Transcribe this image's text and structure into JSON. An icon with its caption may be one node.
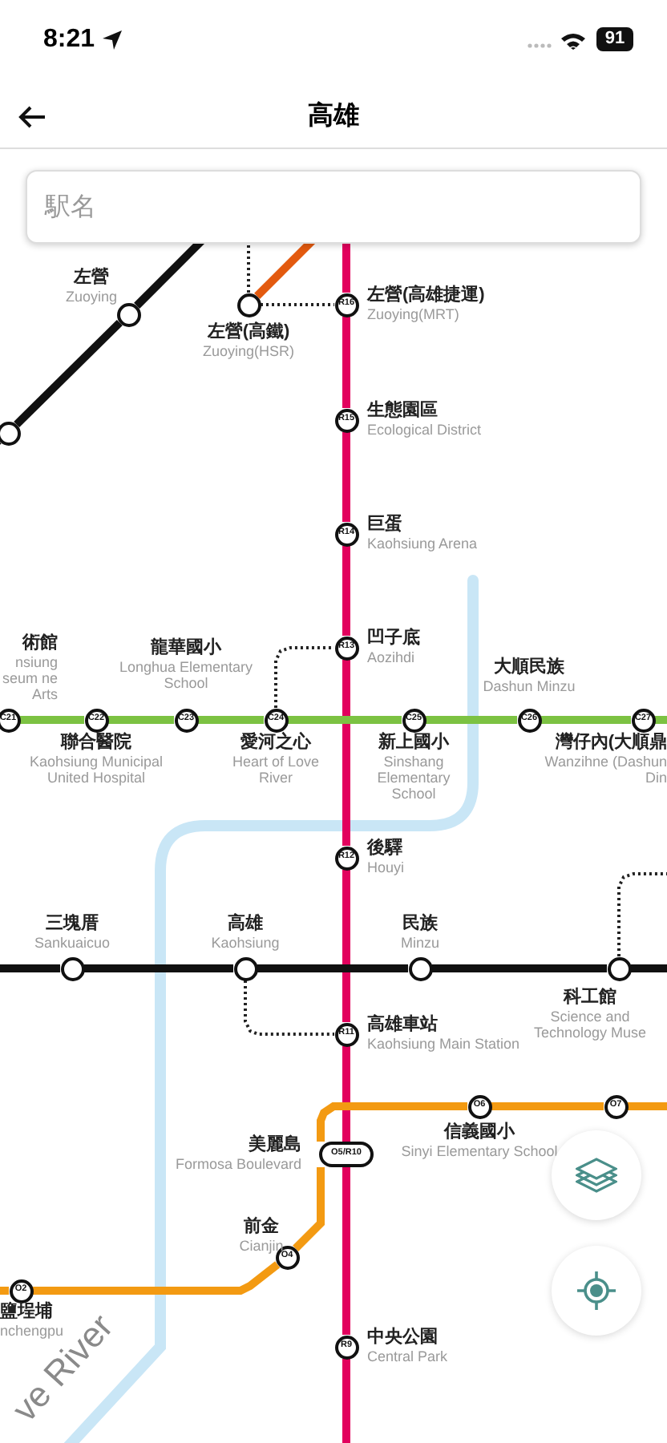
{
  "diagram": {
    "title": "高雄",
    "nodes": [
      {
        "text": [],
        "shape": "circle",
        "beside": [
          "左營",
          "Zuoying"
        ]
      },
      {
        "text": [],
        "shape": "circle",
        "beside": [
          "左營(高鐵)",
          "Zuoying(HSR)"
        ]
      },
      {
        "text": [
          "R16"
        ],
        "beside": [
          "左營(高雄捷運)",
          "Zuoying(MRT)"
        ]
      },
      {
        "text": [],
        "shape": "circle"
      },
      {
        "text": [
          "R15"
        ],
        "beside": [
          "生態園區",
          "Ecological District"
        ]
      },
      {
        "text": [
          "R14"
        ],
        "beside": [
          "巨蛋",
          "Kaohsiung Arena"
        ]
      },
      {
        "text": [
          "R13"
        ],
        "beside": [
          "凹子底",
          "Aozihdi"
        ]
      },
      {
        "text": [
          "C21"
        ],
        "beside": [
          "術館",
          "nsiung seum ne Arts"
        ]
      },
      {
        "text": [
          "C22"
        ],
        "beside": [
          "聯合醫院",
          "Kaohsiung Municipal United Hospital"
        ]
      },
      {
        "text": [
          "C23"
        ],
        "beside": [
          "龍華國小",
          "Longhua Elementary School"
        ]
      },
      {
        "text": [
          "C24"
        ],
        "beside": [
          "愛河之心",
          "Heart of Love River"
        ]
      },
      {
        "text": [
          "C25"
        ],
        "beside": [
          "新上國小",
          "Sinshang Elementary School"
        ]
      },
      {
        "text": [
          "C26"
        ],
        "beside": [
          "大順民族",
          "Dashun Minzu"
        ]
      },
      {
        "text": [
          "C27"
        ],
        "beside": [
          "灣仔內(大順鼎",
          "Wanzihne (Dashun Din"
        ]
      },
      {
        "text": [
          "R12"
        ],
        "beside": [
          "後驛",
          "Houyi"
        ]
      },
      {
        "text": [],
        "shape": "circle",
        "beside": [
          "三塊厝",
          "Sankuaicuo"
        ]
      },
      {
        "text": [],
        "shape": "circle",
        "beside": [
          "高雄",
          "Kaohsiung"
        ]
      },
      {
        "text": [],
        "shape": "circle",
        "beside": [
          "民族",
          "Minzu"
        ]
      },
      {
        "text": [],
        "shape": "circle",
        "beside": [
          "科工館",
          "Science and Technology Muse"
        ]
      },
      {
        "text": [
          "R11"
        ],
        "beside": [
          "高雄車站",
          "Kaohsiung Main Station"
        ]
      },
      {
        "text": [
          "O6"
        ],
        "beside": [
          "信義國小",
          "Sinyi Elementary School"
        ]
      },
      {
        "text": [
          "O7"
        ]
      },
      {
        "text": [
          "O5/R10"
        ],
        "beside": [
          "美麗島",
          "Formosa Boulevard"
        ]
      },
      {
        "text": [
          "O4"
        ],
        "beside": [
          "前金",
          "Cianjin"
        ]
      },
      {
        "text": [
          "O2"
        ],
        "beside": [
          "鹽埕埔",
          "nchengpu"
        ]
      },
      {
        "text": [
          "R9"
        ],
        "beside": [
          "中央公園",
          "Central Park"
        ]
      }
    ],
    "edges": [
      {
        "from": null,
        "to": 2,
        "arrow": "none",
        "color": "#e2005d"
      },
      {
        "from": 2,
        "to": 4,
        "arrow": "none",
        "color": "#e2005d"
      },
      {
        "from": 4,
        "to": 5,
        "arrow": "none",
        "color": "#e2005d"
      },
      {
        "from": 5,
        "to": 6,
        "arrow": "none",
        "color": "#e2005d"
      },
      {
        "from": 6,
        "to": 14,
        "arrow": "none",
        "color": "#e2005d"
      },
      {
        "from": 14,
        "to": 19,
        "arrow": "none",
        "color": "#e2005d"
      },
      {
        "from": 19,
        "to": 22,
        "arrow": "none",
        "color": "#e2005d"
      },
      {
        "from": 22,
        "to": 25,
        "arrow": "none",
        "color": "#e2005d"
      },
      {
        "from": 25,
        "to": null,
        "arrow": "none",
        "color": "#e2005d"
      },
      {
        "from": 7,
        "to": 8,
        "arrow": "none",
        "color": "#7cc242"
      },
      {
        "from": 8,
        "to": 9,
        "arrow": "none",
        "color": "#7cc242"
      },
      {
        "from": 9,
        "to": 10,
        "arrow": "none",
        "color": "#7cc242"
      },
      {
        "from": 10,
        "to": 11,
        "arrow": "none",
        "color": "#7cc242"
      },
      {
        "from": 11,
        "to": 12,
        "arrow": "none",
        "color": "#7cc242"
      },
      {
        "from": 12,
        "to": 13,
        "arrow": "none",
        "color": "#7cc242"
      },
      {
        "from": 13,
        "to": null,
        "arrow": "none",
        "color": "#7cc242"
      },
      {
        "from": null,
        "to": 15,
        "arrow": "none",
        "color": "#111111"
      },
      {
        "from": 15,
        "to": 16,
        "arrow": "none",
        "color": "#111111"
      },
      {
        "from": 16,
        "to": 17,
        "arrow": "none",
        "color": "#111111"
      },
      {
        "from": 17,
        "to": 18,
        "arrow": "none",
        "color": "#111111"
      },
      {
        "from": 18,
        "to": null,
        "arrow": "none",
        "color": "#111111"
      },
      {
        "from": null,
        "to": 3,
        "arrow": "none",
        "color": "#111111"
      },
      {
        "from": 3,
        "to": 0,
        "arrow": "none",
        "color": "#111111"
      },
      {
        "from": 0,
        "to": null,
        "arrow": "none",
        "color": "#111111"
      },
      {
        "from": 1,
        "to": null,
        "arrow": "none",
        "color": "#e35a0f"
      },
      {
        "from": null,
        "to": 24,
        "arrow": "none",
        "color": "#f39a12"
      },
      {
        "from": 24,
        "to": 23,
        "arrow": "none",
        "color": "#f39a12"
      },
      {
        "from": 23,
        "to": 22,
        "arrow": "none",
        "color": "#f39a12"
      },
      {
        "from": 22,
        "to": 20,
        "arrow": "none",
        "color": "#f39a12"
      },
      {
        "from": 20,
        "to": 21,
        "arrow": "none",
        "color": "#f39a12"
      },
      {
        "from": 21,
        "to": null,
        "arrow": "none",
        "color": "#f39a12"
      },
      {
        "from": 1,
        "to": 2,
        "arrow": "none",
        "style": "dashed",
        "color": "#222222"
      },
      {
        "from": 1,
        "to": null,
        "arrow": "none",
        "style": "dashed",
        "color": "#222222"
      },
      {
        "from": 10,
        "to": 6,
        "arrow": "none",
        "style": "dashed",
        "color": "#222222"
      },
      {
        "from": 16,
        "to": 19,
        "arrow": "none",
        "style": "dashed",
        "color": "#222222"
      },
      {
        "from": 18,
        "to": null,
        "arrow": "none",
        "style": "dashed",
        "color": "#222222"
      }
    ],
    "labels": [
      "8:21",
      "91",
      "駅名",
      "ve River"
    ]
  }
}
